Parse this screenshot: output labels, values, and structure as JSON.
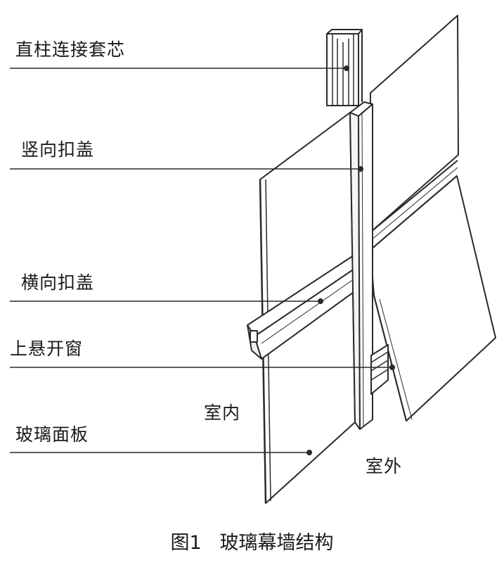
{
  "diagram": {
    "labels": {
      "mullion_sleeve": "直柱连接套芯",
      "vertical_cap": "竖向扣盖",
      "horizontal_cap": "横向扣盖",
      "top_hung_window": "上悬开窗",
      "glass_panel": "玻璃面板"
    },
    "regions": {
      "indoor": "室内",
      "outdoor": "室外"
    },
    "caption": "图1   玻璃幕墙结构"
  },
  "colors": {
    "line": "#2a2a2a",
    "panel_fill": "#ffffff",
    "shade": "#e6e6e6"
  }
}
